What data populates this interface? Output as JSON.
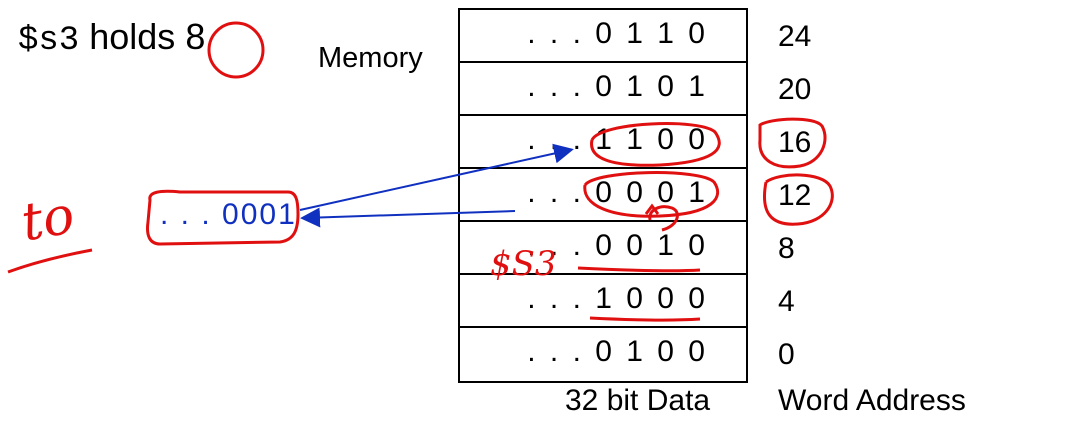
{
  "title": {
    "register": "$s3",
    "text": "holds",
    "value": "8"
  },
  "memory_label": "Memory",
  "memory": [
    {
      "data": ". . . 0 1 1 0",
      "address": "24"
    },
    {
      "data": ". . . 0 1 0 1",
      "address": "20"
    },
    {
      "data": ". . . 1 1 0 0",
      "address": "16"
    },
    {
      "data": ". . . 0 0 0 1",
      "address": "12"
    },
    {
      "data": ". . . 0 0 1 0",
      "address": "8"
    },
    {
      "data": ". . . 1 0 0 0",
      "address": "4"
    },
    {
      "data": ". . . 0 1 0 0",
      "address": "0"
    }
  ],
  "captions": {
    "data": "32 bit Data",
    "address": "Word Address"
  },
  "register_value": ". . . 0001",
  "annotations": {
    "to_label": "to",
    "s3_label": "$S3"
  },
  "colors": {
    "ink": "#e01010",
    "arrow": "#1030c0"
  }
}
